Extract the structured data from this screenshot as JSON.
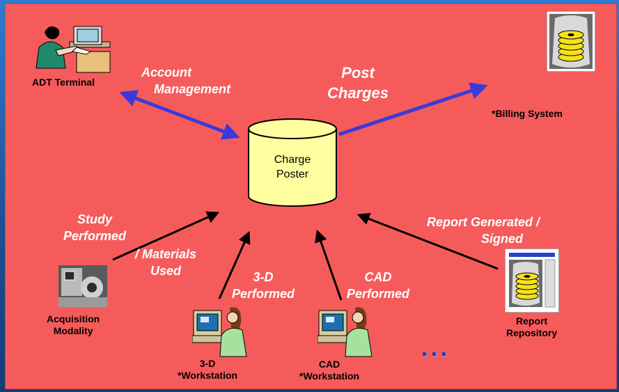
{
  "hub": {
    "label_line1": "Charge",
    "label_line2": "Poster"
  },
  "nodes": {
    "adt_terminal": "ADT Terminal",
    "billing_system": "*Billing System",
    "acquisition_modality": {
      "line1": "Acquisition",
      "line2": "Modality"
    },
    "workstation_3d": {
      "line1": "3-D",
      "line2": "*Workstation"
    },
    "workstation_cad": {
      "line1": "CAD",
      "line2": "*Workstation"
    },
    "report_repository": {
      "line1": "Report",
      "line2": "Repository"
    }
  },
  "flows": {
    "account_management": {
      "line1": "Account",
      "line2": "Management"
    },
    "post_charges": {
      "line1": "Post",
      "line2": "Charges"
    },
    "study_performed": {
      "line1": "Study",
      "line2": "Performed"
    },
    "materials_used": {
      "line1": "/ Materials",
      "line2": "Used"
    },
    "performed_3d": {
      "line1": "3-D",
      "line2": "Performed"
    },
    "cad_performed": {
      "line1": "CAD",
      "line2": "Performed"
    },
    "report_generated": {
      "line1": "Report Generated /",
      "line2": "Signed"
    }
  },
  "colors": {
    "panel": "#f65b5b",
    "arrow_bidirectional": "#3a3ad8",
    "arrow_inbound": "#000000",
    "cylinder_fill": "#ffffa0",
    "frame": "#1d5fa8"
  },
  "icons": [
    "office-worker-icon",
    "xray-disk-icon",
    "modality-photo-icon",
    "workstation-user-icon",
    "report-disk-icon",
    "more-dots-icon"
  ]
}
